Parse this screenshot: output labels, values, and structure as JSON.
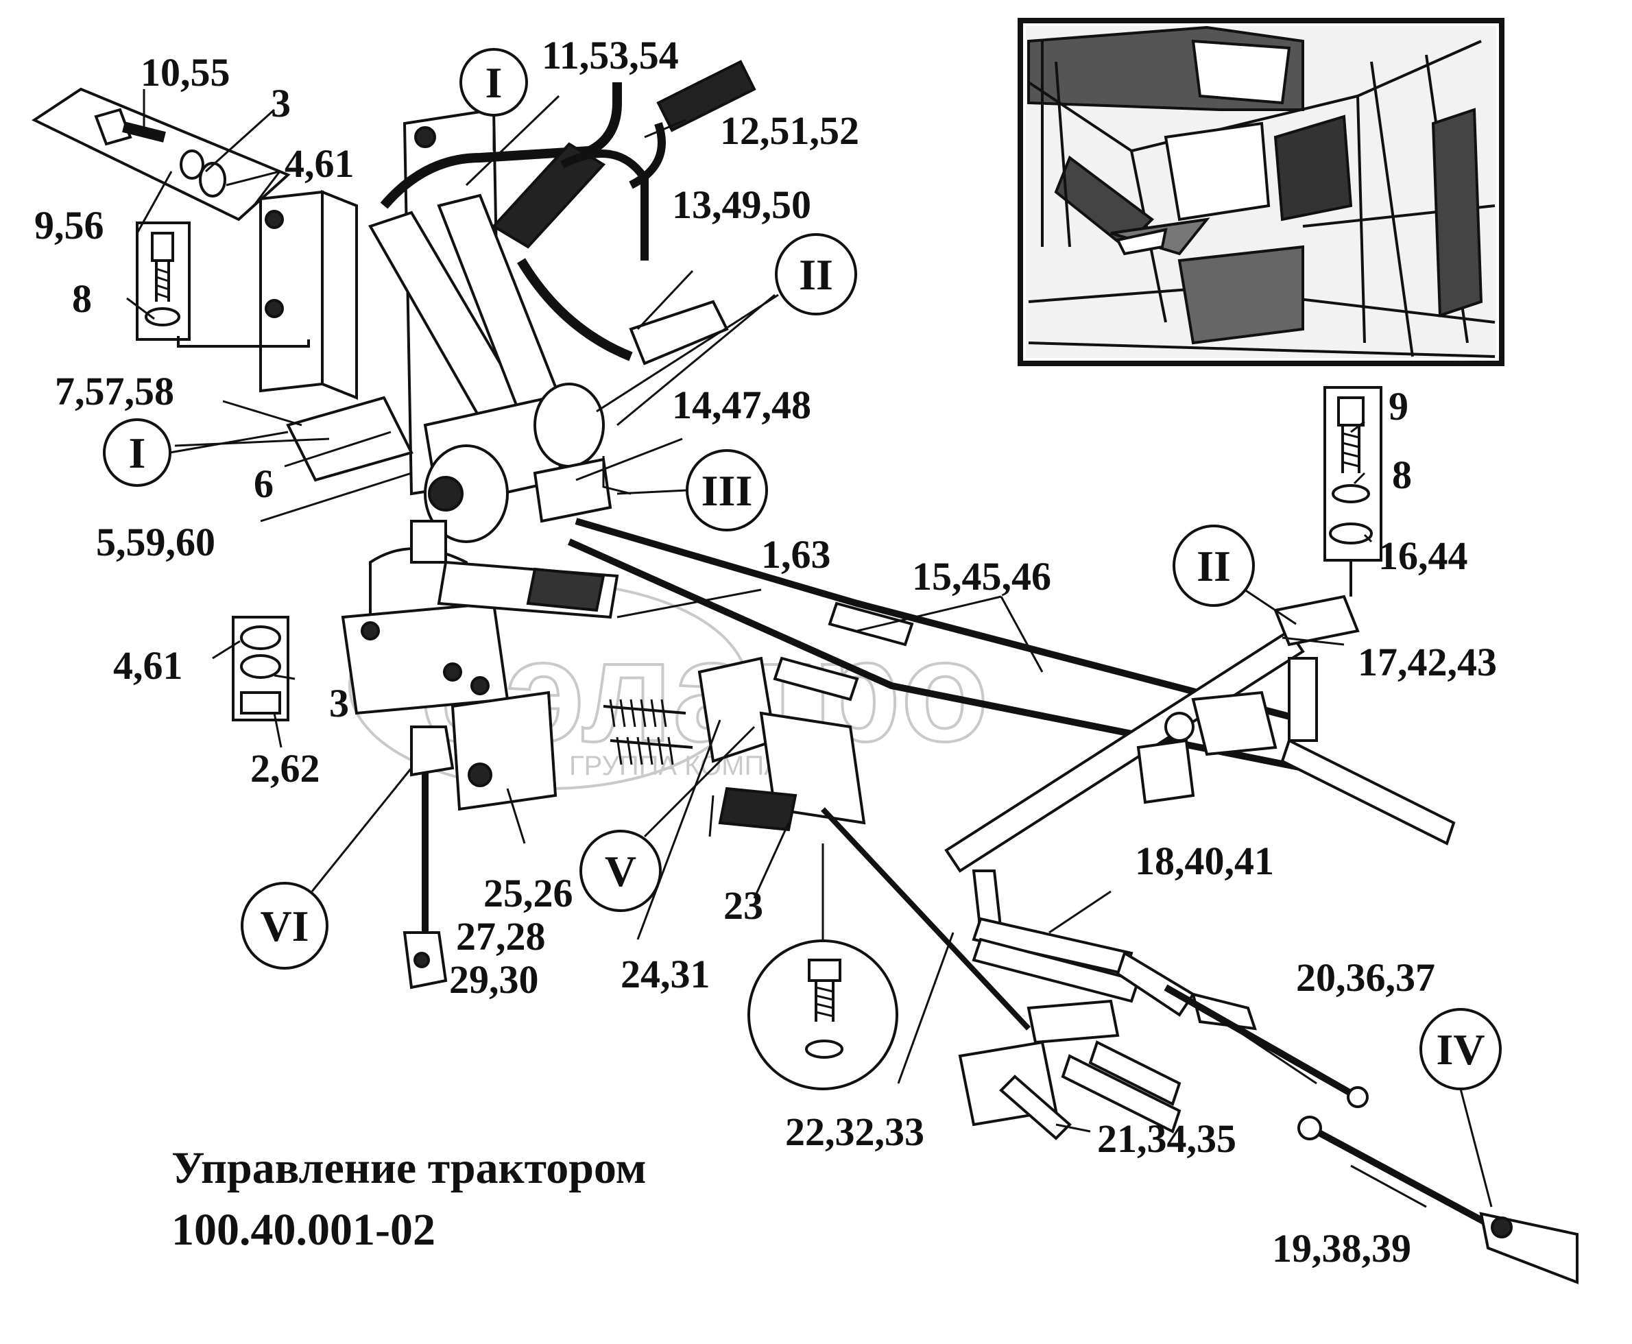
{
  "title": {
    "line1": "Управление трактором",
    "line2": "100.40.001-02"
  },
  "watermark": {
    "brand": "бэлагро",
    "subtitle": "ГРУППА КОМПАНИЙ"
  },
  "callouts": {
    "c_10_55": "10,55",
    "c_3_top": "3",
    "c_4_61_top": "4,61",
    "c_9_56": "9,56",
    "c_8_left": "8",
    "c_7_57_58": "7,57,58",
    "c_6": "6",
    "c_5_59_60": "5,59,60",
    "c_11_53_54": "11,53,54",
    "c_12_51_52": "12,51,52",
    "c_13_49_50": "13,49,50",
    "c_14_47_48": "14,47,48",
    "c_1_63": "1,63",
    "c_15_45_46": "15,45,46",
    "c_9_right": "9",
    "c_8_right": "8",
    "c_16_44": "16,44",
    "c_17_42_43": "17,42,43",
    "c_4_61_mid": "4,61",
    "c_3_mid": "3",
    "c_2_62": "2,62",
    "c_25_26": "25,26",
    "c_27_28": "27,28",
    "c_29_30": "29,30",
    "c_23": "23",
    "c_24_31": "24,31",
    "c_18_40_41": "18,40,41",
    "c_20_36_37": "20,36,37",
    "c_22_32_33": "22,32,33",
    "c_21_34_35": "21,34,35",
    "c_19_38_39": "19,38,39"
  },
  "roman_markers": {
    "m_I_top": "I",
    "m_I_left": "I",
    "m_II_top": "II",
    "m_II_right": "II",
    "m_III": "III",
    "m_IV": "IV",
    "m_V": "V",
    "m_VI": "VI"
  }
}
